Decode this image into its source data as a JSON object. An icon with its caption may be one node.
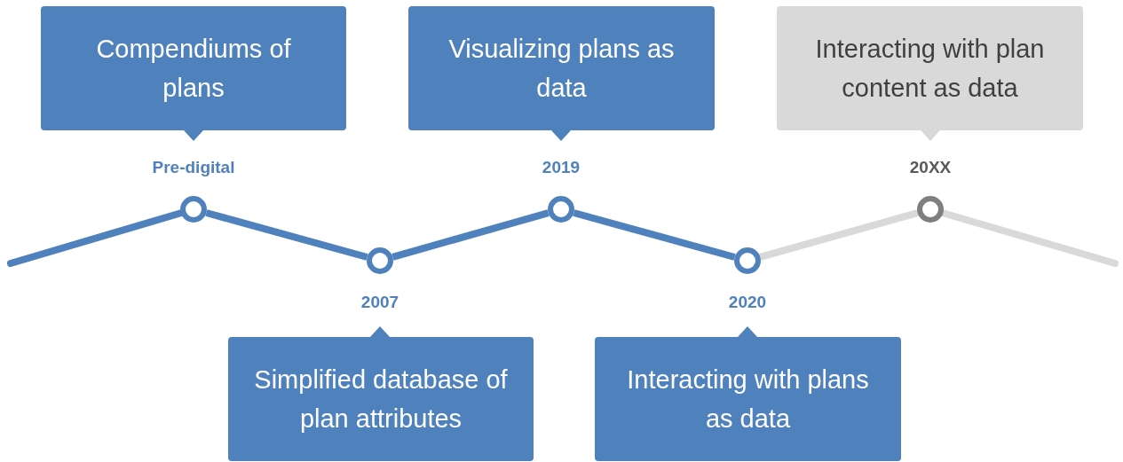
{
  "diagram": {
    "nodes": [
      {
        "text": [
          "Compendiums of plans"
        ],
        "beside": [
          "Pre-digital"
        ]
      },
      {
        "text": [
          "Simplified database of plan attributes"
        ],
        "beside": [
          "2007"
        ]
      },
      {
        "text": [
          "Visualizing plans as data"
        ],
        "beside": [
          "2019"
        ]
      },
      {
        "text": [
          "Interacting with plans as data"
        ],
        "beside": [
          "2020"
        ]
      },
      {
        "text": [
          "Interacting with plan content as data"
        ],
        "beside": [
          "20XX"
        ]
      },
      {
        "text": [],
        "shape": "circle"
      },
      {
        "text": [],
        "shape": "circle"
      },
      {
        "text": [],
        "shape": "circle"
      },
      {
        "text": [],
        "shape": "circle"
      },
      {
        "text": [],
        "shape": "circle"
      }
    ],
    "edges": [
      {
        "from": null,
        "to": 5,
        "arrow": "none"
      },
      {
        "from": 5,
        "to": 6,
        "arrow": "none"
      },
      {
        "from": 6,
        "to": 7,
        "arrow": "none"
      },
      {
        "from": 7,
        "to": 8,
        "arrow": "none"
      },
      {
        "from": 8,
        "to": 9,
        "arrow": "none",
        "color": "#d9d9d9"
      },
      {
        "from": 9,
        "to": null,
        "arrow": "none",
        "color": "#d9d9d9"
      }
    ]
  }
}
